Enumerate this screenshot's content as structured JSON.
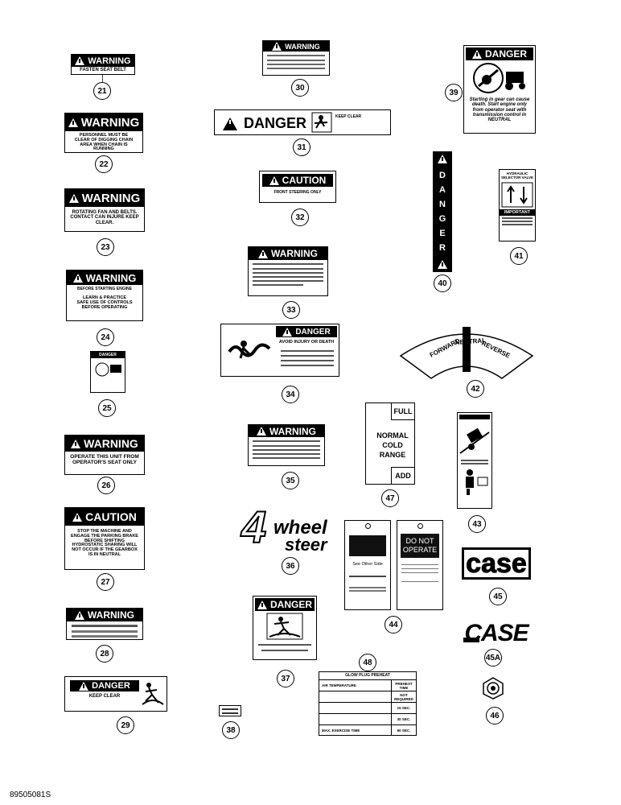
{
  "decals": {
    "d21": {
      "header": "WARNING",
      "text": "FASTEN SEAT BELT",
      "num": "21"
    },
    "d22": {
      "header": "WARNING",
      "text": "PERSONNEL MUST BE CLEAR OF DIGGING CHAIN AREA WHEN CHAIN IS RUNNING",
      "num": "22"
    },
    "d23": {
      "header": "WARNING",
      "text": "ROTATING FAN AND BELTS. CONTACT CAN INJURE KEEP CLEAR.",
      "num": "23"
    },
    "d24": {
      "header": "WARNING",
      "text": "BEFORE STARTING ENGINE",
      "text2": "LEARN & PRACTICE SAFE USE OF CONTROLS BEFORE OPERATING",
      "num": "24"
    },
    "d25": {
      "header": "DANGER",
      "num": "25"
    },
    "d26": {
      "header": "WARNING",
      "text": "OPERATE THIS UNIT FROM OPERATOR'S SEAT ONLY",
      "num": "26"
    },
    "d27": {
      "header": "CAUTION",
      "text": "STOP THE MACHINE AND ENGAGE THE PARKING BRAKE BEFORE SHIFTING HYDROSTATIC SHARING WILL NOT OCCUR IF THE GEARBOX IS IN NEUTRAL",
      "num": "27"
    },
    "d28": {
      "header": "WARNING",
      "num": "28"
    },
    "d29": {
      "header": "DANGER",
      "text": "KEEP CLEAR",
      "num": "29"
    },
    "d30": {
      "header": "WARNING",
      "num": "30"
    },
    "d31": {
      "header": "DANGER",
      "text": "KEEP CLEAR",
      "num": "31"
    },
    "d32": {
      "header": "CAUTION",
      "text": "FRONT STEERING ONLY",
      "num": "32"
    },
    "d33": {
      "header": "WARNING",
      "num": "33"
    },
    "d34": {
      "header": "DANGER",
      "text": "AVOID INJURY OR DEATH",
      "num": "34"
    },
    "d35": {
      "header": "WARNING",
      "num": "35"
    },
    "d36": {
      "big": "4",
      "word1": "wheel",
      "word2": "steer",
      "num": "36"
    },
    "d37": {
      "header": "DANGER",
      "num": "37"
    },
    "d38": {
      "num": "38"
    },
    "d39": {
      "header": "DANGER",
      "text": "Starting in gear can cause death. Start engine only from operator seat with transmission control in NEUTRAL",
      "num": "39"
    },
    "d40": {
      "letters": [
        "D",
        "A",
        "N",
        "G",
        "E",
        "R"
      ],
      "num": "40"
    },
    "d41": {
      "title": "HYDRAULIC SELECTOR VALVE",
      "header": "IMPORTANT",
      "num": "41"
    },
    "d42": {
      "left": "FORWARD",
      "mid": "NEUTRAL",
      "right": "REVERSE",
      "num": "42"
    },
    "d43": {
      "num": "43"
    },
    "d44": {
      "tag1_line": "See Other Side",
      "tag2_title": "DO NOT OPERATE",
      "num": "44"
    },
    "d45": {
      "text": "case",
      "num": "45"
    },
    "d45a": {
      "text": "CASE",
      "num": "45A"
    },
    "d46": {
      "num": "46"
    },
    "d47": {
      "full": "FULL",
      "range": "NORMAL COLD RANGE",
      "add": "ADD",
      "num": "47"
    },
    "d48": {
      "title": "GLOW PLUG PREHEAT",
      "rows": [
        [
          "AIR TEMPERATURE",
          "PREHEAT TIME"
        ],
        [
          "",
          "NOT REQUIRED"
        ],
        [
          "",
          "15 SEC."
        ],
        [
          "",
          "30 SEC."
        ],
        [
          "MAX. EXERCISE TIME",
          "60 SEC."
        ]
      ],
      "num": "48"
    }
  },
  "figure_code": "89505081S"
}
